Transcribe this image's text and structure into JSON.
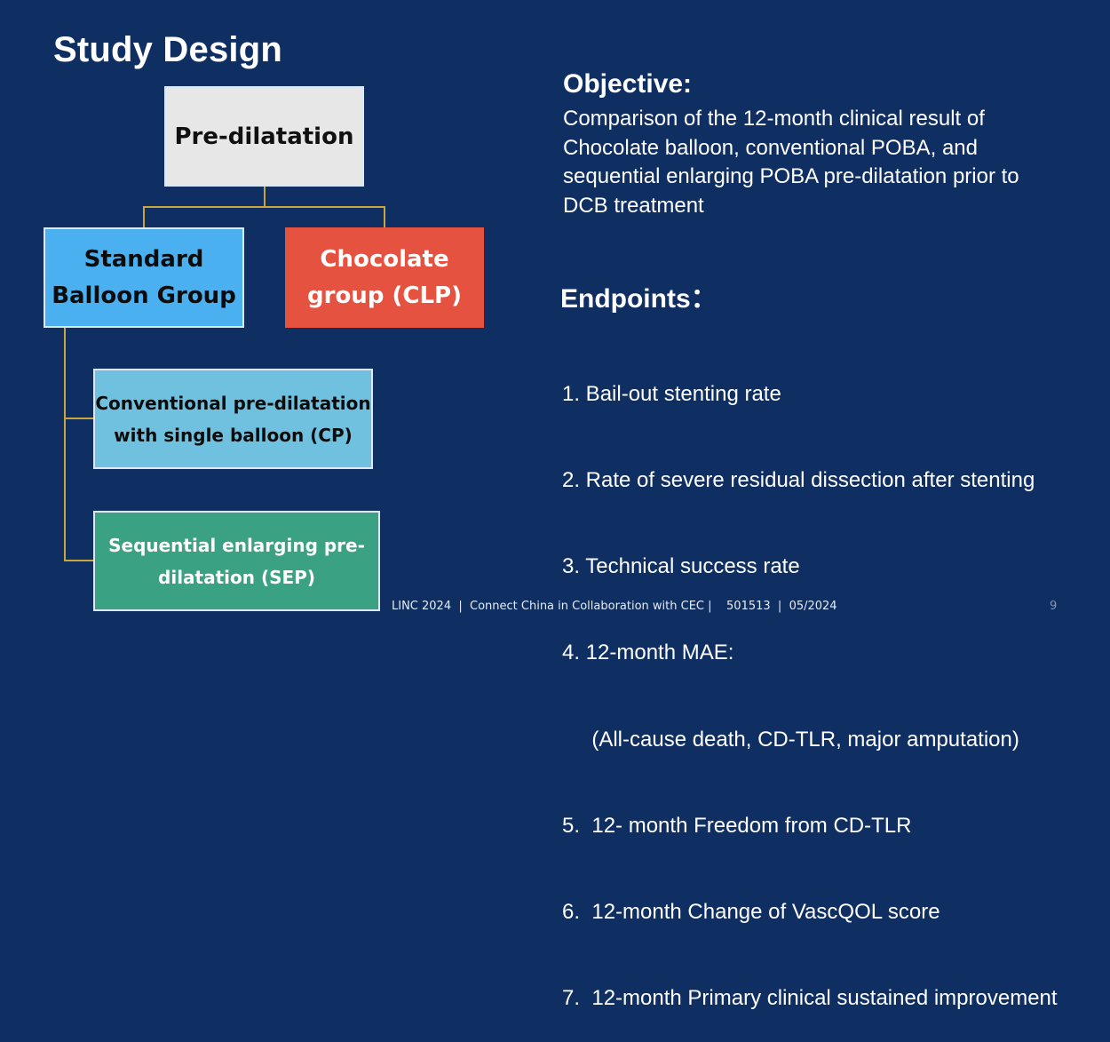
{
  "slide": {
    "title": "Study Design",
    "footer": "LINC 2024  |  Connect China in Collaboration with CEC |    501513  |  05/2024",
    "page_number": "9"
  },
  "diagram": {
    "root": "Pre-dilatation",
    "standard_group": {
      "line1": "Standard",
      "line2": "Balloon Group"
    },
    "chocolate_group": {
      "line1": "Chocolate",
      "line2": "group (CLP)"
    },
    "conventional": {
      "line1": "Conventional pre-dilatation",
      "line2": "with single balloon (CP)"
    },
    "sequential": {
      "line1": "Sequential enlarging pre-",
      "line2": "dilatation (SEP)"
    }
  },
  "objective": {
    "heading": "Objective:",
    "lines": [
      "Comparison of the 12-month clinical result of",
      "Chocolate balloon, conventional POBA, and",
      "sequential enlarging POBA pre-dilatation prior to",
      "DCB treatment"
    ]
  },
  "endpoints": {
    "heading": "Endpoints：",
    "items": [
      "1. Bail-out stenting rate",
      "2. Rate of severe residual dissection after stenting",
      "3. Technical success rate",
      "4. 12-month MAE:",
      "     (All-cause death, CD-TLR, major amputation)",
      "5.  12- month Freedom from CD-TLR",
      "6.  12-month Change of VascQOL score",
      "7.  12-month Primary clinical sustained improvement"
    ]
  },
  "colors": {
    "background": "#0f2f62",
    "connector": "#c9a63c",
    "root_box": "#e7e7e7",
    "standard_box": "#4ab0ef",
    "chocolate_box": "#e65240",
    "conventional_box": "#6fc1df",
    "sequential_box": "#3aa183"
  }
}
